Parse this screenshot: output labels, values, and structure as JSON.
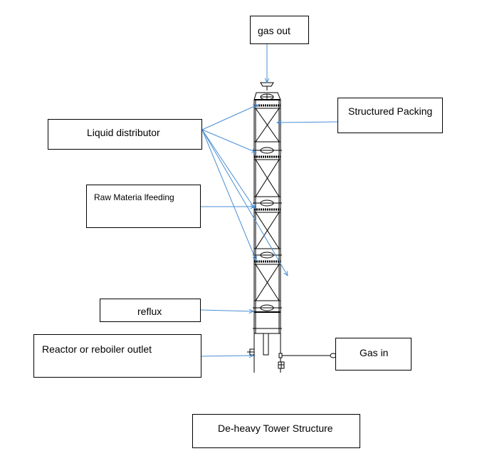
{
  "labels": {
    "gas_out": "gas out",
    "structured_packing": "Structured Packing",
    "liquid_distributor": "Liquid distributor",
    "raw_material_feeding": "Raw Materia lfeeding",
    "reflux": "reflux",
    "reactor_outlet": "Reactor or reboiler outlet",
    "gas_in": "Gas in",
    "title": "De-heavy Tower Structure"
  },
  "colors": {
    "arrow": "#4a8fd4",
    "line": "#000000"
  }
}
